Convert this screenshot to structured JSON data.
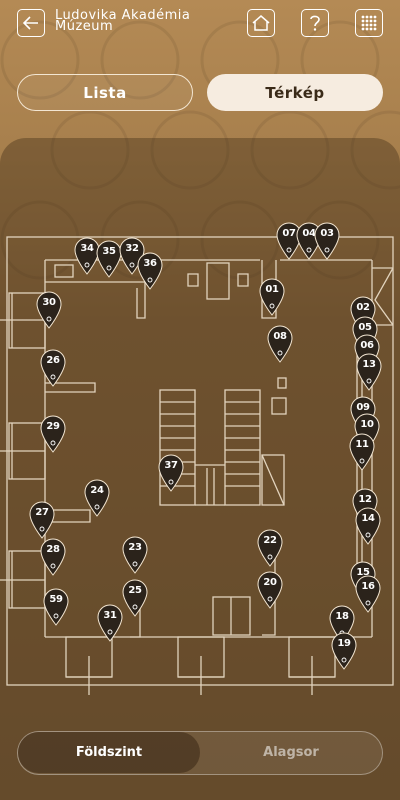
{
  "header": {
    "title_line1": "Ludovika Akadémia",
    "title_line2": "Múzeum",
    "icons": [
      "back-arrow-icon",
      "home-icon",
      "help-icon",
      "grid-menu-icon"
    ]
  },
  "tabs": [
    {
      "label": "Lista",
      "active": false
    },
    {
      "label": "Térkép",
      "active": true
    }
  ],
  "pins": [
    "34",
    "35",
    "32",
    "36",
    "07",
    "04",
    "03",
    "01",
    "30",
    "02",
    "05",
    "08",
    "06",
    "26",
    "13",
    "09",
    "10",
    "11",
    "29",
    "37",
    "24",
    "12",
    "14",
    "27",
    "28",
    "23",
    "22",
    "20",
    "25",
    "15",
    "16",
    "59",
    "31",
    "18",
    "19"
  ],
  "floors": {
    "active": "Földszint",
    "inactive": "Alagsor"
  },
  "colors": {
    "accent_light": "#f6ece0",
    "pin": "#2b231b",
    "background": "#9c7647"
  }
}
